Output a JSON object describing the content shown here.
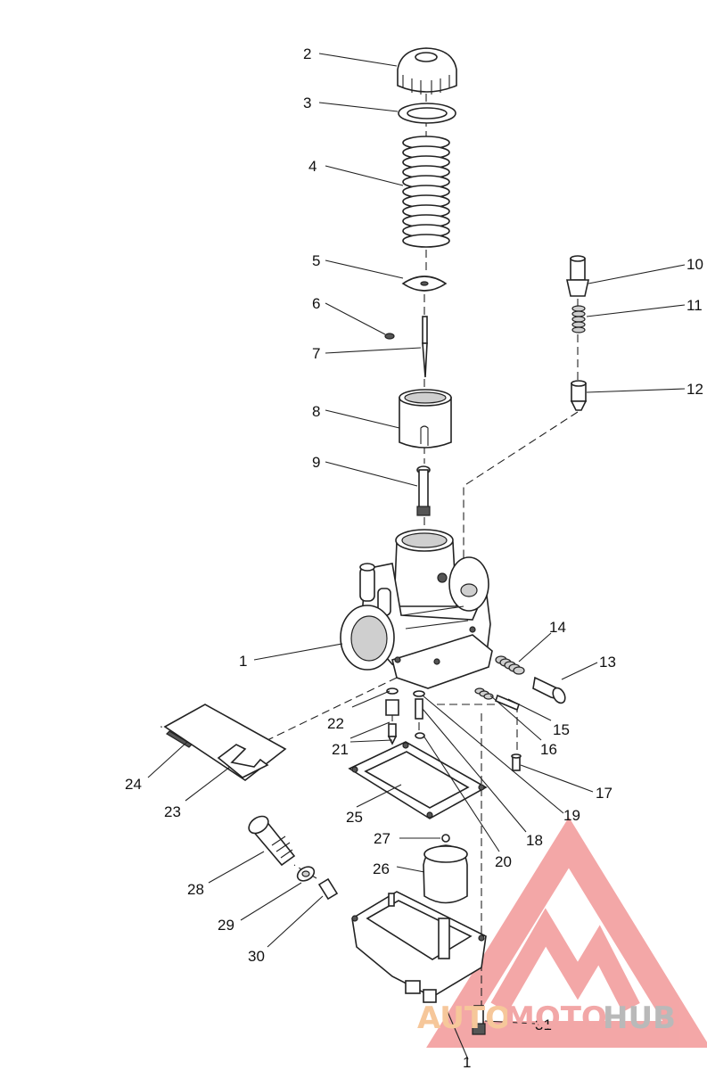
{
  "labels": {
    "l1_body": "1",
    "l1_bottom": "1",
    "l2": "2",
    "l3": "3",
    "l4": "4",
    "l5": "5",
    "l6": "6",
    "l7": "7",
    "l8": "8",
    "l9": "9",
    "l10": "10",
    "l11": "11",
    "l12": "12",
    "l13": "13",
    "l14": "14",
    "l15": "15",
    "l16": "16",
    "l17": "17",
    "l18": "18",
    "l19": "19",
    "l20": "20",
    "l21": "21",
    "l22": "22",
    "l23": "23",
    "l24": "24",
    "l25": "25",
    "l26": "26",
    "l27": "27",
    "l28": "28",
    "l29": "29",
    "l30": "30",
    "l31": "31"
  },
  "watermark": {
    "auto": "AUTO",
    "moto": "MOTO",
    "hub": "HUB",
    "logo_color": "#f08a8a"
  }
}
